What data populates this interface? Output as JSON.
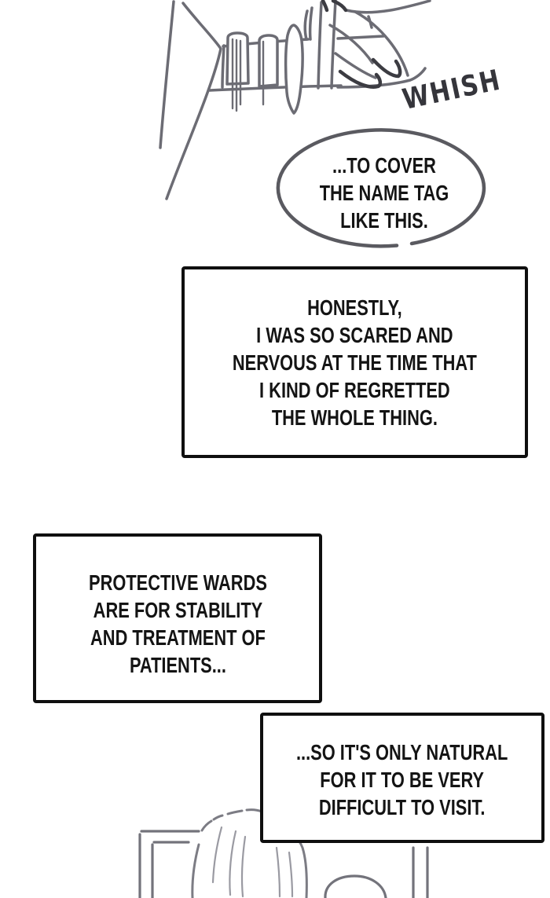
{
  "sfx": {
    "whish": "WHISH"
  },
  "speech_bubble": {
    "text": "...TO COVER\nTHE NAME TAG\nLIKE THIS."
  },
  "caption_boxes": [
    {
      "text": "HONESTLY,\nI WAS SO SCARED AND\nNERVOUS AT THE TIME THAT\nI KIND OF REGRETTED\nTHE WHOLE THING."
    },
    {
      "text": "PROTECTIVE WARDS\nARE FOR STABILITY\nAND TREATMENT OF\nPATIENTS..."
    },
    {
      "text": "...SO IT'S ONLY NATURAL\nFOR IT TO BE VERY\nDIFFICULT TO VISIT."
    }
  ],
  "illustrations": {
    "top": "hand-covering-name-tag-over-shirt-pocket-sketch",
    "bottom": "person-head-beside-door-frame-sketch"
  },
  "colors": {
    "background": "#ffffff",
    "ink_text": "#141414",
    "box_border": "#0f0f0f",
    "bubble_stroke": "#5a5a60",
    "sketch_gray": "#6c6c74",
    "sketch_dark": "#3c3c42",
    "sketch_light": "#9a9aa2"
  }
}
